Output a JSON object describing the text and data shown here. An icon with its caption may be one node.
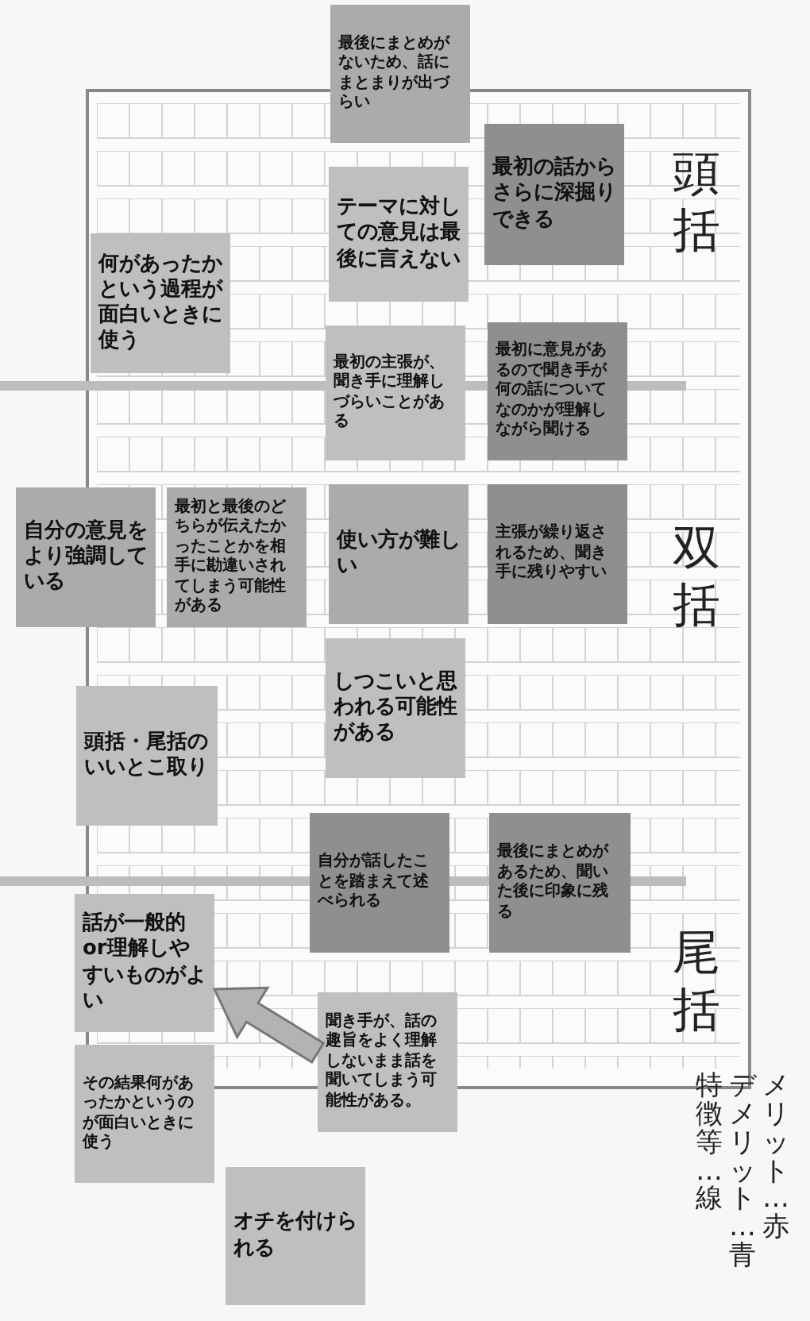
{
  "diagram": {
    "nodes": [
      {
        "text": [
          "最後にまとめがないため、話にまとまりが出づらい"
        ]
      },
      {
        "text": [
          "最初の話からさらに深掘りできる"
        ]
      },
      {
        "text": [
          "テーマに対しての意見は最後に言えない"
        ]
      },
      {
        "text": [
          "何があったかという過程が面白いときに使う"
        ]
      },
      {
        "text": [
          "最初の主張が、聞き手に理解しづらいことがある"
        ]
      },
      {
        "text": [
          "最初に意見があるので聞き手が何の話についてなのかが理解しながら聞ける"
        ]
      },
      {
        "text": [
          "主張が繰り返されるため、聞き手に残りやすい"
        ]
      },
      {
        "text": [
          "使い方が難しい"
        ]
      },
      {
        "text": [
          "最初と最後のどちらが伝えたかったことかを相手に勘違いされてしまう可能性がある"
        ]
      },
      {
        "text": [
          "自分の意見をより強調している"
        ]
      },
      {
        "text": [
          "しつこいと思われる可能性がある"
        ]
      },
      {
        "text": [
          "頭括・尾括のいいとこ取り"
        ]
      },
      {
        "text": [
          "最後にまとめがあるため、聞いた後に印象に残る"
        ]
      },
      {
        "text": [
          "自分が話したことを踏まえて述べられる"
        ]
      },
      {
        "text": [
          "話が一般的or理解しやすいものがよい"
        ]
      },
      {
        "text": [
          "聞き手が、話の趣旨をよく理解しないまま話を聞いてしまう可能性がある。"
        ]
      },
      {
        "text": [
          "その結果何があったかというのが面白いときに使う"
        ]
      },
      {
        "text": [
          "オチを付けられる"
        ]
      }
    ],
    "edges": [
      {
        "from": 15,
        "to": 14,
        "arrow": "to",
        "style": "thick"
      }
    ],
    "labels": [
      "頭括",
      "双括",
      "尾括",
      "メリット…赤",
      "デメリット…青",
      "特徴等…線"
    ]
  }
}
